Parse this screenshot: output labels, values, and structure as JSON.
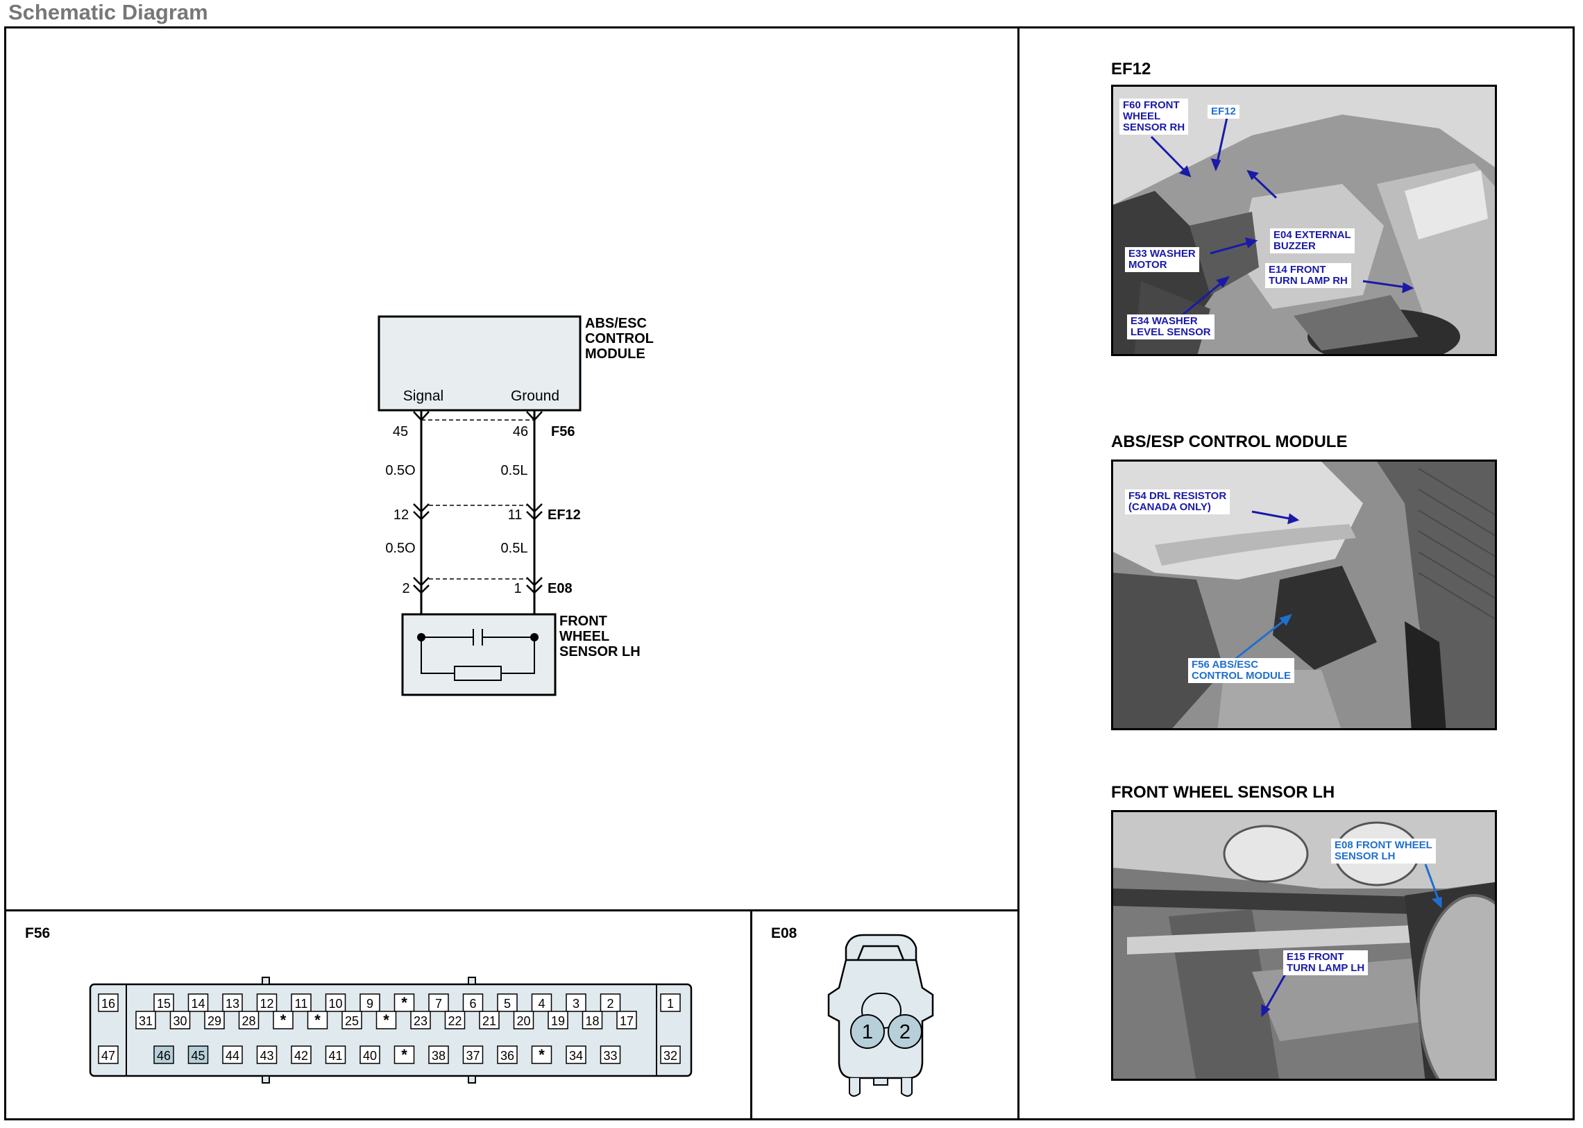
{
  "page": {
    "title": "Schematic Diagram"
  },
  "schematic": {
    "module": {
      "label": "ABS/ESC\nCONTROL\nMODULE",
      "pins": {
        "signal": "Signal",
        "ground": "Ground"
      }
    },
    "connectors": [
      {
        "name": "F56",
        "left_pin": "45",
        "right_pin": "46"
      },
      {
        "name": "EF12",
        "left_pin": "12",
        "right_pin": "11"
      },
      {
        "name": "E08",
        "left_pin": "2",
        "right_pin": "1"
      }
    ],
    "wires": [
      {
        "left": "0.5O",
        "right": "0.5L"
      },
      {
        "left": "0.5O",
        "right": "0.5L"
      }
    ],
    "sensor": {
      "label": "FRONT\nWHEEL\nSENSOR LH"
    }
  },
  "connector_views": {
    "f56": {
      "title": "F56",
      "row1": [
        "16",
        "15",
        "14",
        "13",
        "12",
        "11",
        "10",
        "9",
        "*",
        "7",
        "6",
        "5",
        "4",
        "3",
        "2",
        "1"
      ],
      "row2": [
        "31",
        "30",
        "29",
        "28",
        "*",
        "*",
        "25",
        "*",
        "23",
        "22",
        "21",
        "20",
        "19",
        "18",
        "17"
      ],
      "row3": [
        "47",
        "46",
        "45",
        "44",
        "43",
        "42",
        "41",
        "40",
        "*",
        "38",
        "37",
        "36",
        "*",
        "34",
        "33",
        "32"
      ],
      "highlighted": [
        "46",
        "45"
      ]
    },
    "e08": {
      "title": "E08",
      "pins": [
        "1",
        "2"
      ]
    }
  },
  "locations": [
    {
      "title": "EF12",
      "callouts": [
        {
          "text": "F60 FRONT\nWHEEL\nSENSOR RH",
          "style": "navy"
        },
        {
          "text": "EF12",
          "style": "light"
        },
        {
          "text": "E04 EXTERNAL\nBUZZER",
          "style": "navy"
        },
        {
          "text": "E33 WASHER\nMOTOR",
          "style": "navy"
        },
        {
          "text": "E14 FRONT\nTURN LAMP RH",
          "style": "navy"
        },
        {
          "text": "E34 WASHER\nLEVEL SENSOR",
          "style": "navy"
        }
      ]
    },
    {
      "title": "ABS/ESP CONTROL MODULE",
      "callouts": [
        {
          "text": "F54 DRL RESISTOR\n(CANADA ONLY)",
          "style": "navy"
        },
        {
          "text": "F56 ABS/ESC\nCONTROL MODULE",
          "style": "light"
        }
      ]
    },
    {
      "title": "FRONT WHEEL SENSOR LH",
      "callouts": [
        {
          "text": "E08 FRONT WHEEL\nSENSOR LH",
          "style": "light"
        },
        {
          "text": "E15 FRONT\nTURN LAMP LH",
          "style": "navy"
        }
      ]
    }
  ],
  "colors": {
    "navy_callout": "#1a1aa8",
    "light_callout": "#1f6fd0",
    "connector_fill": "#dfe9ee",
    "pin_highlight": "#b7cfd8",
    "module_fill": "#e8eef0"
  }
}
